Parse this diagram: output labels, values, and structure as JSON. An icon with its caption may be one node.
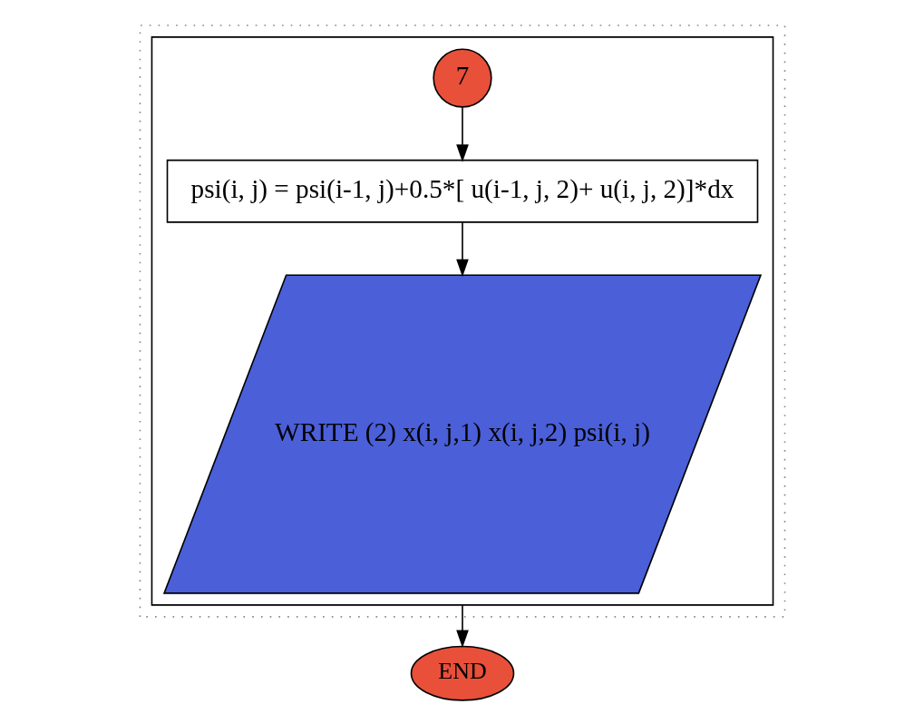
{
  "diagram": {
    "nodes": [
      {
        "text": [],
        "shape": "box"
      },
      {
        "text": [],
        "shape": "box",
        "in": 0
      },
      {
        "text": [
          "7"
        ],
        "in": 1
      },
      {
        "text": [
          "psi(i, j) = psi(i-1, j)+0.5*[ u(i-1, j, 2)+ u(i, j, 2)]*dx"
        ],
        "in": 1
      },
      {
        "text": [
          "WRITE (2) x(i, j,1) x(i, j,2) psi(i, j)"
        ],
        "in": 1
      },
      {
        "text": [
          "END"
        ]
      }
    ],
    "edges": [
      {
        "from": 2,
        "to": 3,
        "arrow": "to"
      },
      {
        "from": 3,
        "to": 4,
        "arrow": "to"
      },
      {
        "from": 1,
        "to": 5,
        "arrow": "to"
      }
    ]
  }
}
